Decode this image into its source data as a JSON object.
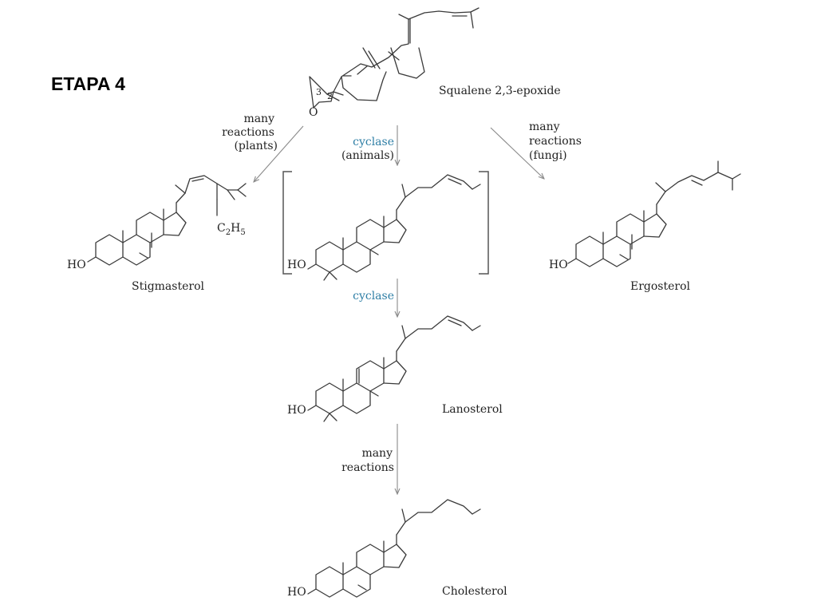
{
  "slide_title": "ETAPA 4",
  "compounds": {
    "squalene": "Squalene 2,3-epoxide",
    "stigmasterol": "Stigmasterol",
    "ergosterol": "Ergosterol",
    "lanosterol": "Lanosterol",
    "cholesterol": "Cholesterol"
  },
  "atom_labels": {
    "ho": "HO",
    "epoxide_o": "O",
    "c3": "3",
    "c2": "2",
    "ethyl_c": "C",
    "ethyl_sub2": "2",
    "ethyl_h": "H",
    "ethyl_sub5": "5"
  },
  "arrows": {
    "plants": [
      "many",
      "reactions",
      "(plants)"
    ],
    "animals": [
      "cyclase",
      "(animals)"
    ],
    "fungi": [
      "many",
      "reactions",
      "(fungi)"
    ],
    "cyclase2": "cyclase",
    "many_reactions": [
      "many",
      "reactions"
    ]
  },
  "colors": {
    "enzyme": "#2f7fa6",
    "bond": "#3a3a3a",
    "arrow": "#8a8a8a"
  }
}
